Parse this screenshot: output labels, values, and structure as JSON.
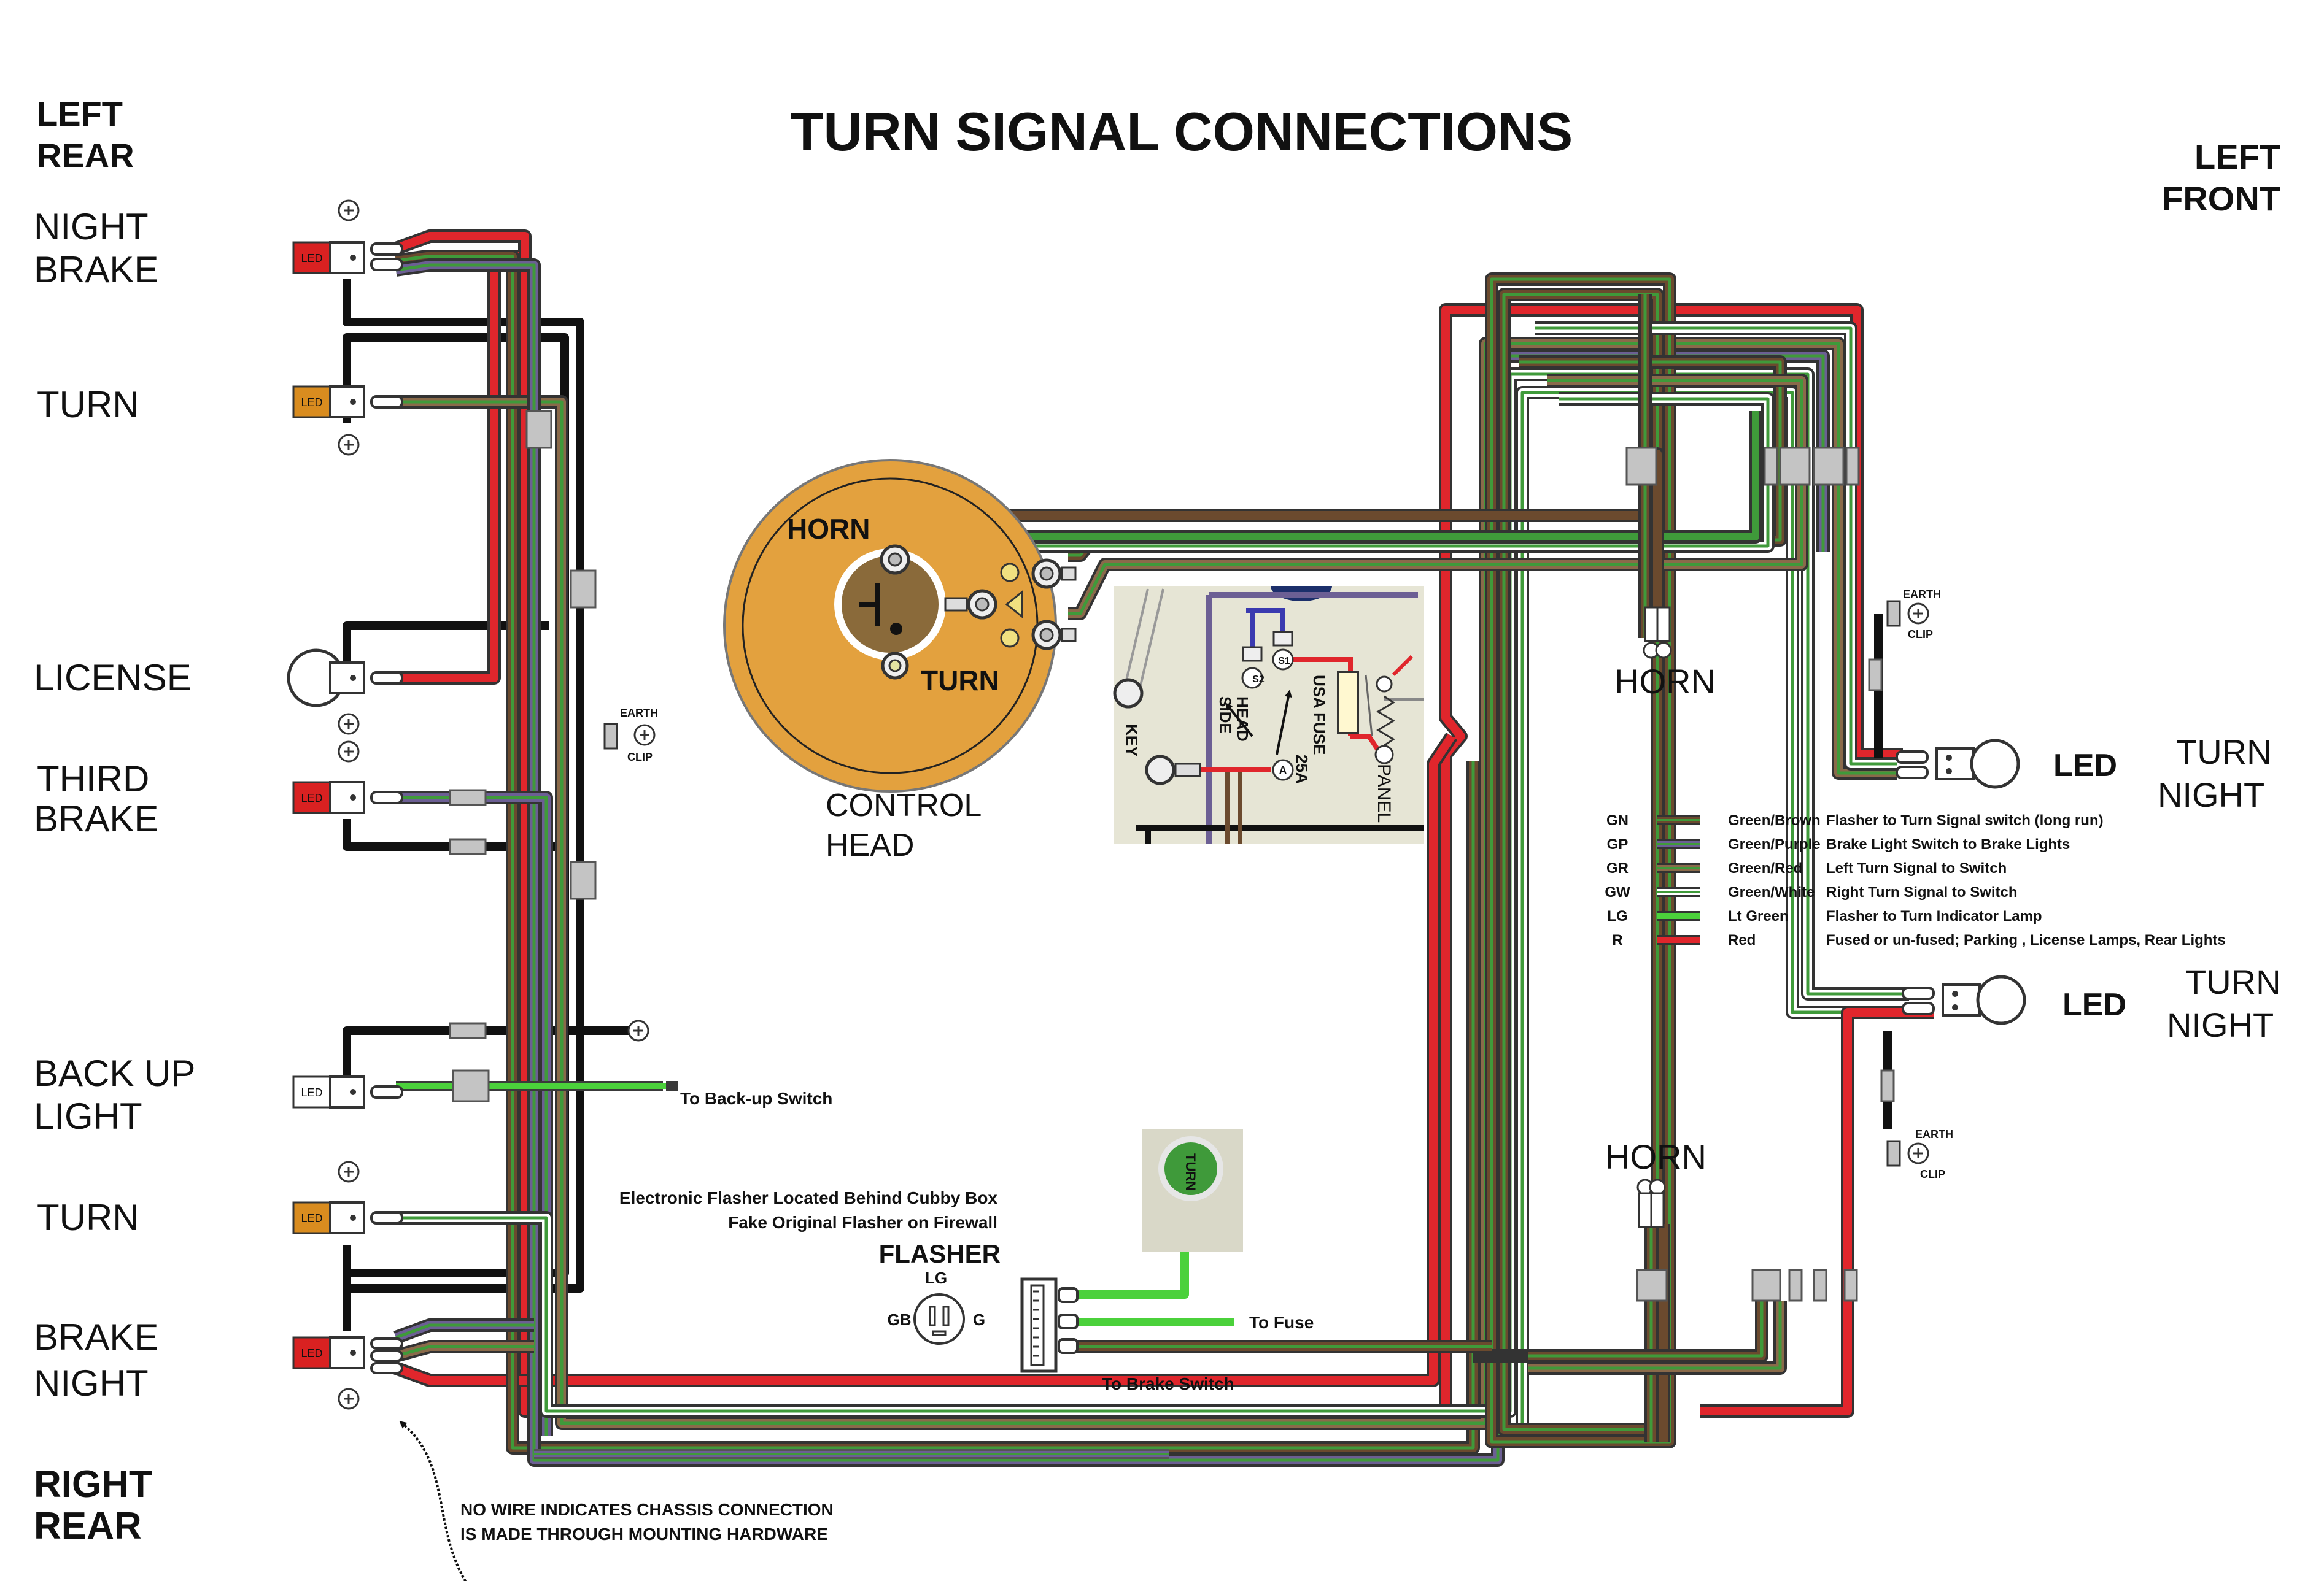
{
  "title": "TURN SIGNAL CONNECTIONS",
  "corners": {
    "left_rear_1": "LEFT",
    "left_rear_2": "REAR",
    "left_front_1": "LEFT",
    "left_front_2": "FRONT",
    "right_rear_1": "RIGHT",
    "right_rear_2": "REAR"
  },
  "rear_lamps": {
    "night_brake_1": "NIGHT",
    "night_brake_2": "BRAKE",
    "turn_upper": "TURN",
    "license": "LICENSE",
    "third_brake_1": "THIRD",
    "third_brake_2": "BRAKE",
    "backup_1": "BACK UP",
    "backup_2": "LIGHT",
    "turn_lower": "TURN",
    "brake_night_1": "BRAKE",
    "brake_night_2": "NIGHT"
  },
  "lamp_badge": "LED",
  "earth_clip_1": "EARTH",
  "earth_clip_2": "CLIP",
  "control_head": {
    "horn": "HORN",
    "turn": "TURN",
    "label_1": "CONTROL",
    "label_2": "HEAD"
  },
  "panel_inset": {
    "key": "KEY",
    "head_side_1": "HEAD",
    "head_side_2": "SIDE",
    "fuse_1": "USA FUSE",
    "fuse_2": "25A",
    "panel": "PANEL",
    "s1": "S1",
    "s2": "S2",
    "a": "A"
  },
  "front": {
    "horn_upper": "HORN",
    "horn_lower": "HORN",
    "led_upper": "LED",
    "led_lower": "LED",
    "turn_night_upper_1": "TURN",
    "turn_night_upper_2": "NIGHT",
    "turn_night_lower_1": "TURN",
    "turn_night_lower_2": "NIGHT"
  },
  "flasher": {
    "note_1": "Electronic Flasher Located Behind Cubby Box",
    "note_2": "Fake Original Flasher on Firewall",
    "title": "FLASHER",
    "pin_lg": "LG",
    "pin_gb": "GB",
    "pin_g": "G",
    "indicator": "TURN",
    "to_fuse": "To Fuse",
    "to_brake_switch": "To Brake Switch"
  },
  "to_backup_switch": "To Back-up Switch",
  "chassis_note_1": "NO WIRE INDICATES CHASSIS CONNECTION",
  "chassis_note_2": "IS MADE THROUGH MOUNTING HARDWARE",
  "colors": {
    "red": "#e0262c",
    "black": "#111111",
    "green": "#3f9a3a",
    "lt_green": "#4bd13b",
    "brown": "#6b4a2e",
    "purple": "#6c5f94",
    "tan": "#8a6a4a",
    "led_red": "#d92121",
    "led_amber": "#d98c1f",
    "control_head": "#e3a13e",
    "inset_bg": "#e6e5d5"
  },
  "legend": [
    {
      "code": "GN",
      "name": "Green/Brown",
      "desc": "Flasher to Turn Signal switch (long run)",
      "c1": "#3f9a3a",
      "c2": "#6b4a2e"
    },
    {
      "code": "GP",
      "name": "Green/Purple",
      "desc": "Brake Light Switch to Brake Lights",
      "c1": "#3f9a3a",
      "c2": "#6c5f94"
    },
    {
      "code": "GR",
      "name": "Green/Red",
      "desc": "Left Turn Signal to Switch",
      "c1": "#3f9a3a",
      "c2": "#8a6a4a"
    },
    {
      "code": "GW",
      "name": "Green/White",
      "desc": "Right Turn Signal to Switch",
      "c1": "#3f9a3a",
      "c2": "#ffffff"
    },
    {
      "code": "LG",
      "name": "Lt Green",
      "desc": "Flasher to Turn Indicator Lamp",
      "c1": "#4bd13b",
      "c2": "#4bd13b"
    },
    {
      "code": "R",
      "name": "Red",
      "desc": "Fused or un-fused; Parking , License Lamps, Rear Lights",
      "c1": "#e0262c",
      "c2": "#e0262c"
    }
  ]
}
